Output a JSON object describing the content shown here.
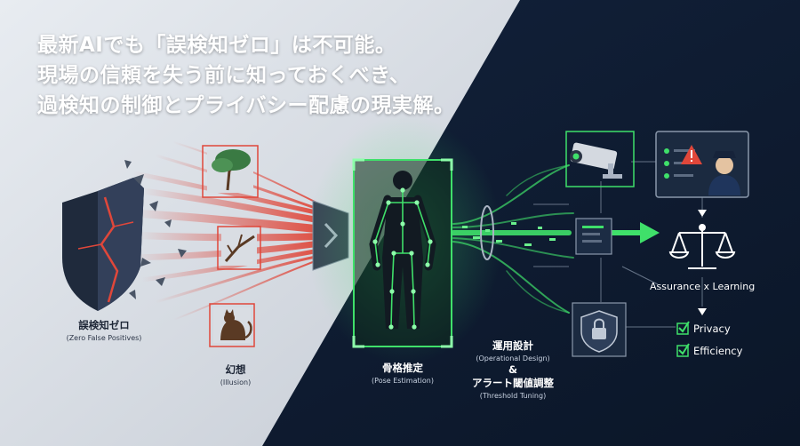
{
  "headline": {
    "line1": "最新AIでも「誤検知ゼロ」は不可能。",
    "line2": "現場の信頼を失う前に知っておくべき、",
    "line3": "過検知の制御とプライバシー配慮の現実解。"
  },
  "labels": {
    "zero_fp": "誤検知ゼロ",
    "zero_fp_en": "(Zero False Positives)",
    "illusion": "幻想",
    "illusion_en": "(Illusion)",
    "pose": "骨格推定",
    "pose_en": "(Pose Estimation)",
    "operational": "運用設計",
    "operational_en": "(Operational Design)",
    "ampersand": "&",
    "threshold": "アラート閾値調整",
    "threshold_en": "(Threshold Tuning)",
    "assurance": "Assurance x Learning",
    "privacy": "Privacy",
    "efficiency": "Efficiency"
  },
  "colors": {
    "light_bg": "#dfe4ea",
    "dark_bg": "#0f1d33",
    "red": "#e0473a",
    "green": "#3fe06a",
    "white": "#ffffff"
  },
  "icons": [
    "shield-broken-icon",
    "tree-icon",
    "branch-icon",
    "cat-icon",
    "human-pose-icon",
    "cctv-camera-icon",
    "guard-monitor-icon",
    "alert-icon",
    "data-card-icon",
    "lock-shield-icon",
    "scales-icon",
    "check-icon"
  ]
}
